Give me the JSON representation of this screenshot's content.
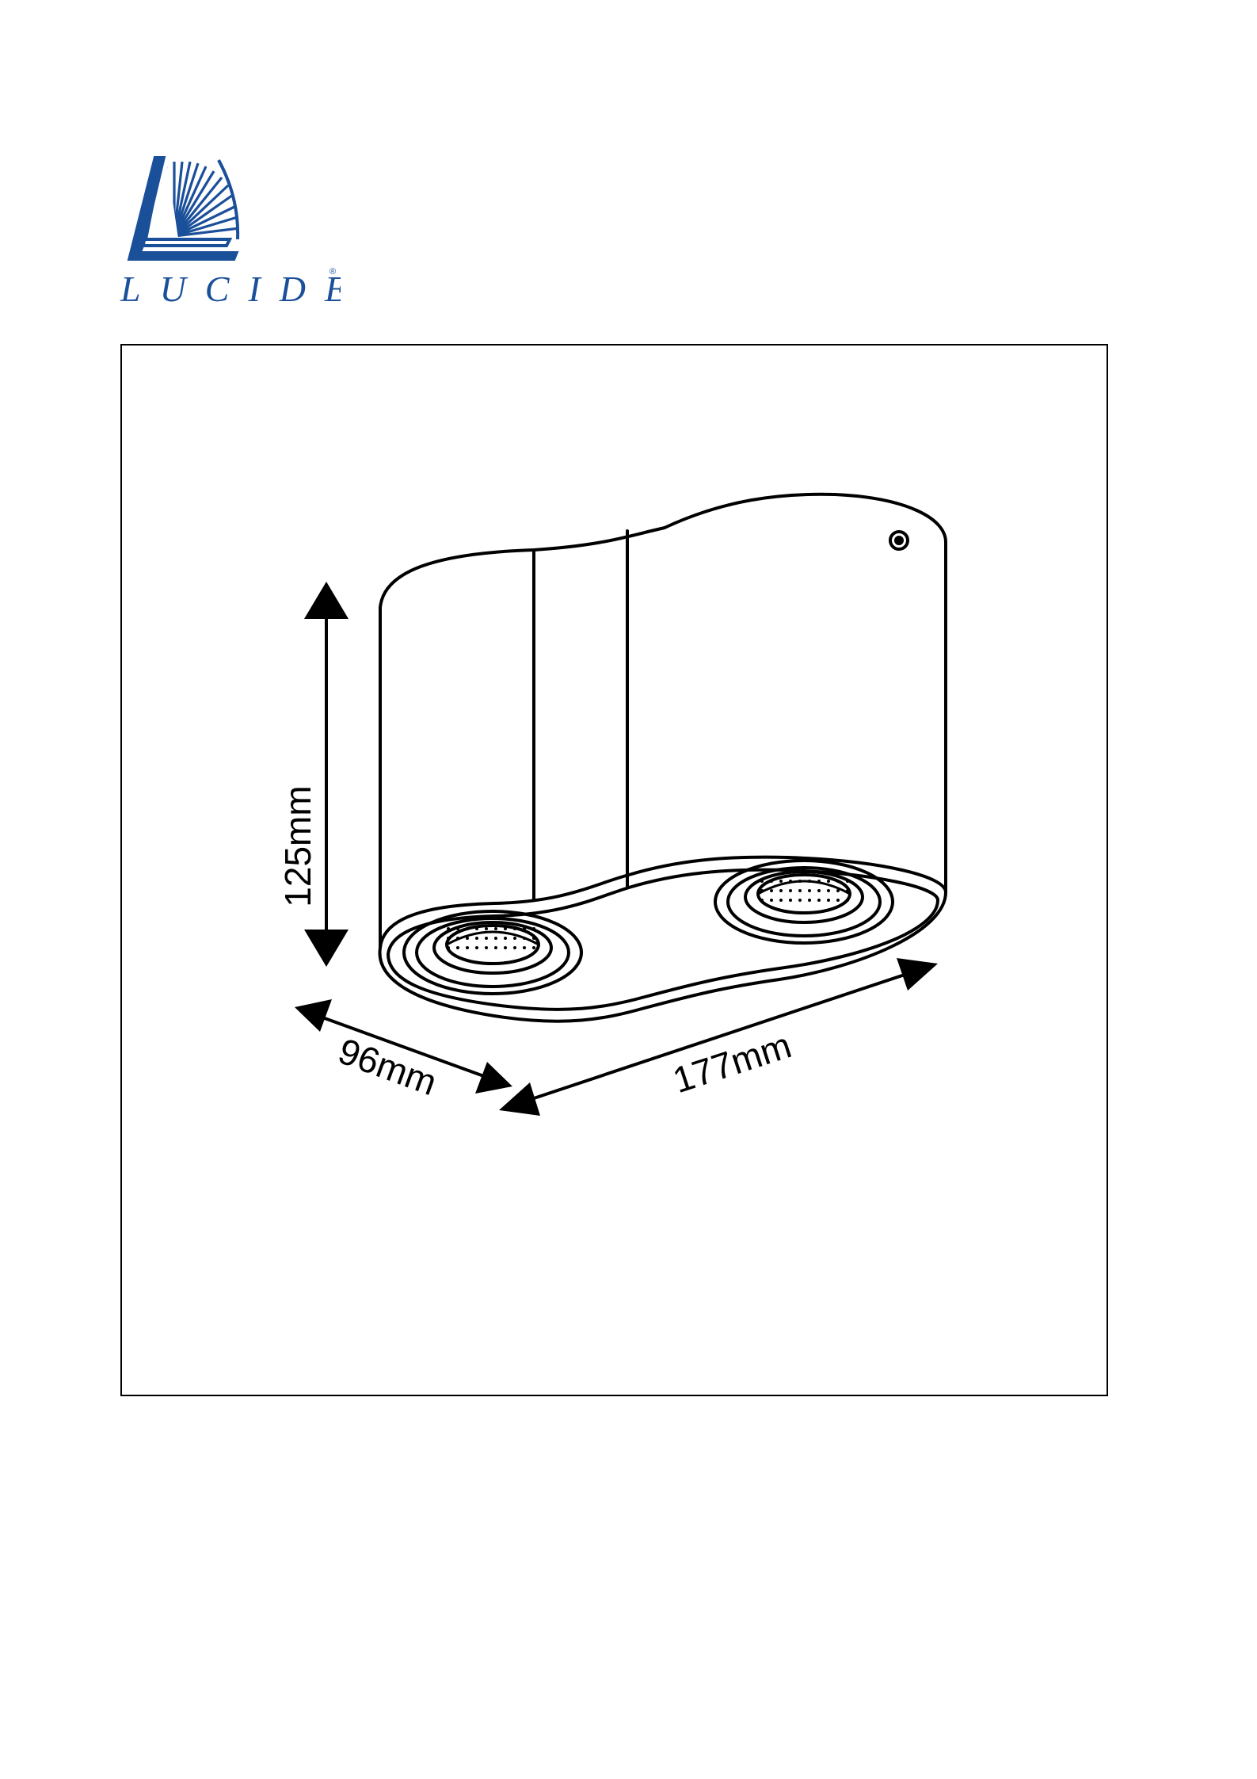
{
  "logo": {
    "text": "LUCIDE",
    "brand_color": "#1a4f9a",
    "icon": "lucide-logo-icon"
  },
  "drawing": {
    "subject": "double-ceiling-spot-fixture",
    "line_color": "#000000",
    "dimensions": {
      "height": "125mm",
      "depth": "96mm",
      "width": "177mm"
    }
  }
}
